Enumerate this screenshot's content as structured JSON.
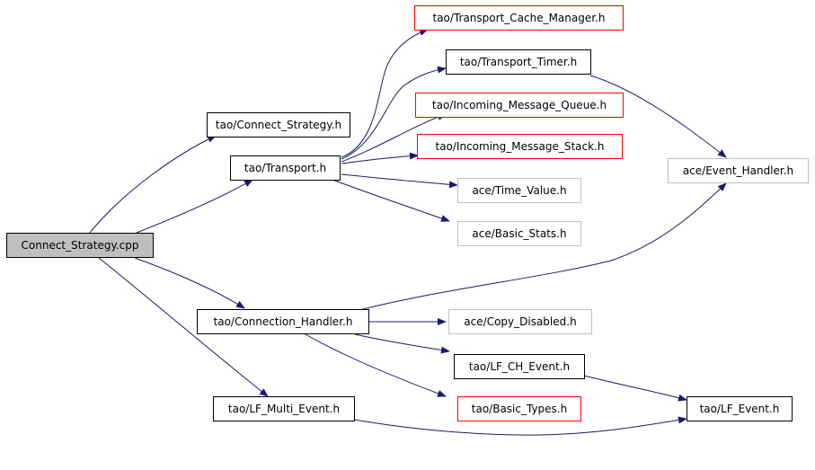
{
  "colors": {
    "edge": "#191970",
    "red_border": "#ff0000",
    "gray_border": "#bfbfbf",
    "root_fill": "#bfbfbf"
  },
  "nodes": {
    "connect_strategy_cpp": "Connect_Strategy.cpp",
    "tao_connect_strategy_h": "tao/Connect_Strategy.h",
    "tao_transport_h": "tao/Transport.h",
    "tao_transport_cache_manager_h": "tao/Transport_Cache_Manager.h",
    "tao_transport_timer_h": "tao/Transport_Timer.h",
    "tao_incoming_message_queue_h": "tao/Incoming_Message_Queue.h",
    "tao_incoming_message_stack_h": "tao/Incoming_Message_Stack.h",
    "ace_time_value_h": "ace/Time_Value.h",
    "ace_basic_stats_h": "ace/Basic_Stats.h",
    "ace_event_handler_h": "ace/Event_Handler.h",
    "tao_connection_handler_h": "tao/Connection_Handler.h",
    "ace_copy_disabled_h": "ace/Copy_Disabled.h",
    "tao_lf_ch_event_h": "tao/LF_CH_Event.h",
    "tao_basic_types_h": "tao/Basic_Types.h",
    "tao_lf_multi_event_h": "tao/LF_Multi_Event.h",
    "tao_lf_event_h": "tao/LF_Event.h"
  }
}
